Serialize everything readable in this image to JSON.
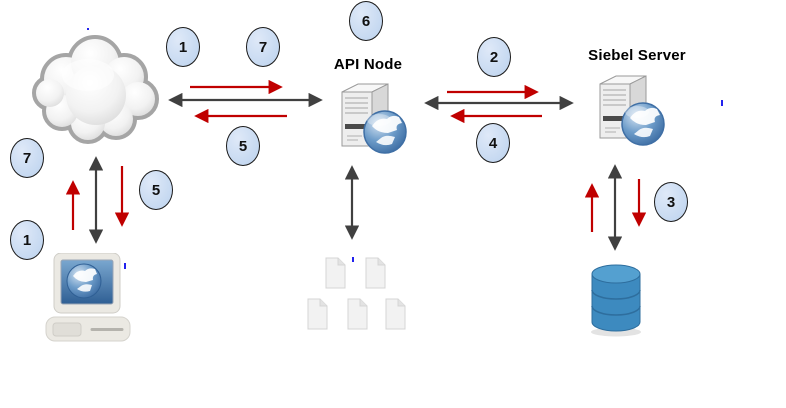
{
  "diagram": {
    "nodes": {
      "cloud": {
        "name": "internet-cloud"
      },
      "client_computer": {
        "name": "client-workstation"
      },
      "api_node": {
        "label": "API Node"
      },
      "siebel_server": {
        "label": "Siebel Server"
      },
      "documents": {
        "name": "document-store",
        "count": 5
      },
      "database": {
        "name": "siebel-database"
      }
    },
    "badges": [
      {
        "label": "1"
      },
      {
        "label": "7"
      },
      {
        "label": "6"
      },
      {
        "label": "2"
      },
      {
        "label": "5"
      },
      {
        "label": "4"
      },
      {
        "label": "7"
      },
      {
        "label": "5"
      },
      {
        "label": "1"
      },
      {
        "label": "3"
      }
    ],
    "colors": {
      "badge_fill": "#c6d9f1",
      "badge_border": "#1a1a1a",
      "arrow_black": "#404040",
      "arrow_red": "#c00000",
      "database_blue": "#3d8abf",
      "globe_blue": "#3f6fa5"
    }
  }
}
